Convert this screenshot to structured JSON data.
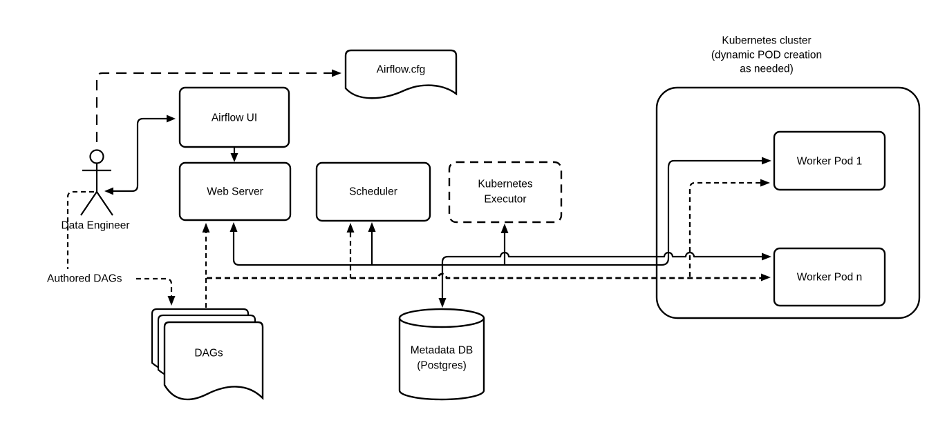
{
  "diagram": {
    "title_context": "Airflow on Kubernetes architecture",
    "colors": {
      "stroke": "#000000",
      "fill": "#ffffff",
      "background": "#ffffff",
      "text": "#000000"
    },
    "nodes": {
      "airflow_cfg": {
        "label": "Airflow.cfg",
        "shape": "document"
      },
      "airflow_ui": {
        "label": "Airflow UI",
        "shape": "rounded-rect"
      },
      "web_server": {
        "label": "Web Server",
        "shape": "rounded-rect"
      },
      "scheduler": {
        "label": "Scheduler",
        "shape": "rounded-rect"
      },
      "kubernetes_executor": {
        "label_line1": "Kubernetes",
        "label_line2": "Executor",
        "shape": "dashed-rounded-rect"
      },
      "kubernetes_cluster": {
        "label_line1": "Kubernetes cluster",
        "label_line2": "(dynamic POD creation",
        "label_line3": "as needed)",
        "shape": "large-rounded-container"
      },
      "worker_pod_1": {
        "label": "Worker Pod 1",
        "shape": "rounded-rect"
      },
      "worker_pod_n": {
        "label": "Worker Pod n",
        "shape": "rounded-rect"
      },
      "dags": {
        "label": "DAGs",
        "shape": "document-stack"
      },
      "metadata_db": {
        "label_line1": "Metadata DB",
        "label_line2": "(Postgres)",
        "shape": "cylinder"
      },
      "data_engineer": {
        "label": "Data Engineer",
        "shape": "stick-figure-actor"
      }
    },
    "edge_labels": {
      "authored_dags": "Authored DAGs"
    },
    "edges": [
      {
        "from": "Data Engineer",
        "to": "Airflow.cfg",
        "style": "long-dashed",
        "arrows": "to"
      },
      {
        "from": "Data Engineer",
        "to": "Airflow UI",
        "style": "solid",
        "arrows": "both"
      },
      {
        "from": "Airflow UI",
        "to": "Web Server",
        "style": "solid",
        "arrows": "to"
      },
      {
        "from": "Data Engineer",
        "to": "DAGs",
        "style": "dashed",
        "label": "Authored DAGs",
        "arrows": "to"
      },
      {
        "from": "DAGs",
        "to": "Web Server",
        "style": "dashed",
        "arrows": "to"
      },
      {
        "from": "DAGs",
        "to": "Scheduler",
        "style": "dashed",
        "arrows": "to"
      },
      {
        "from": "DAGs",
        "to": "Worker Pod 1",
        "style": "dashed",
        "arrows": "to"
      },
      {
        "from": "DAGs",
        "to": "Worker Pod n",
        "style": "dashed",
        "arrows": "to"
      },
      {
        "from": "shared solid bus",
        "to": "Web Server",
        "style": "solid",
        "arrows": "to"
      },
      {
        "from": "shared solid bus",
        "to": "Scheduler",
        "style": "solid",
        "arrows": "to"
      },
      {
        "from": "shared solid bus",
        "to": "Kubernetes Executor",
        "style": "solid",
        "arrows": "to"
      },
      {
        "from": "shared solid bus",
        "to": "Metadata DB (Postgres)",
        "style": "solid",
        "arrows": "to"
      },
      {
        "from": "shared solid bus",
        "to": "Worker Pod 1",
        "style": "solid",
        "arrows": "to"
      },
      {
        "from": "shared solid bus",
        "to": "Worker Pod n",
        "style": "solid",
        "arrows": "to"
      }
    ]
  }
}
